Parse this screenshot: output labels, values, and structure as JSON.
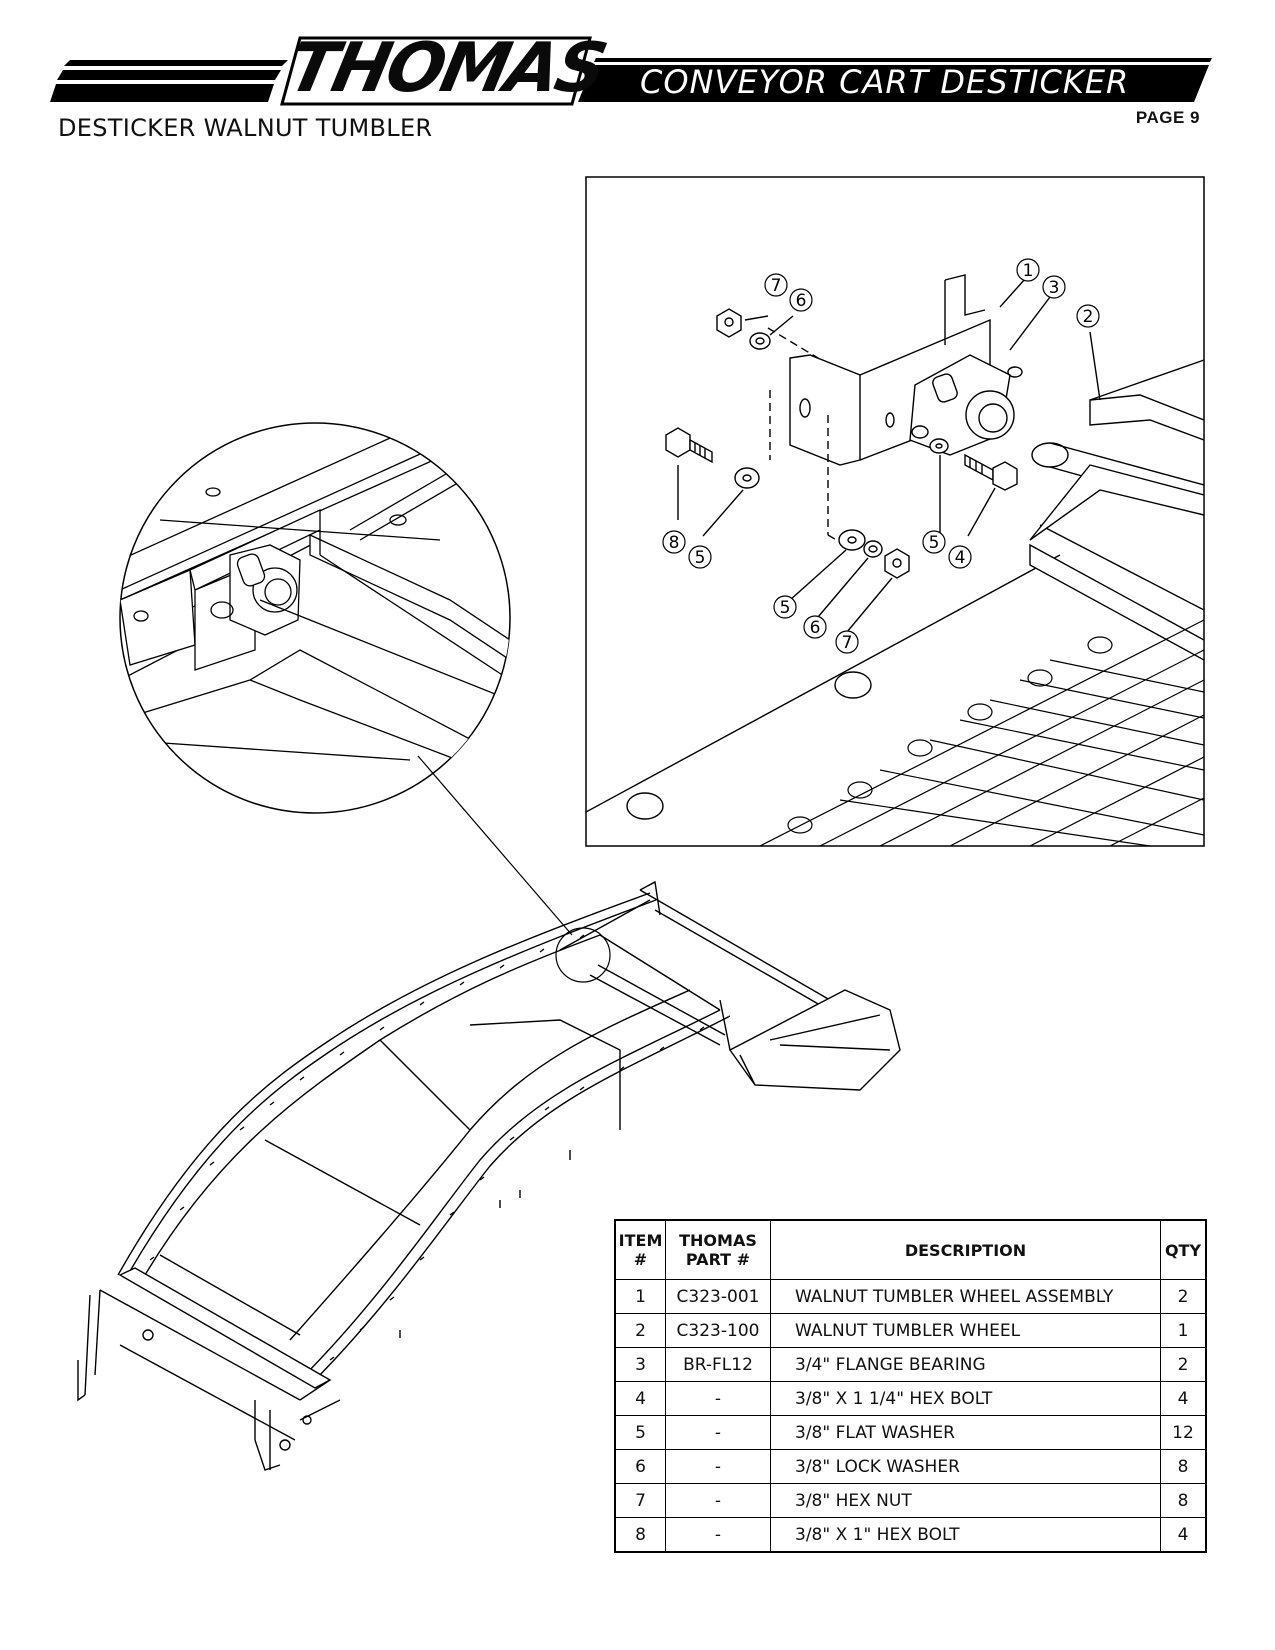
{
  "header": {
    "brand": "THOMAS",
    "doc_title": "CONVEYOR CART DESTICKER",
    "page_label": "PAGE 9",
    "section_title": "DESTICKER WALNUT TUMBLER"
  },
  "callouts": {
    "c1": "1",
    "c2": "2",
    "c3": "3",
    "c4": "4",
    "c5a": "5",
    "c5b": "5",
    "c5c": "5",
    "c6a": "6",
    "c6b": "6",
    "c7a": "7",
    "c7b": "7",
    "c8": "8"
  },
  "parts_table": {
    "headers": {
      "item": "ITEM #",
      "part": "THOMAS PART #",
      "description": "DESCRIPTION",
      "qty": "QTY"
    },
    "rows": [
      {
        "item": "1",
        "part": "C323-001",
        "description": "WALNUT TUMBLER WHEEL ASSEMBLY",
        "qty": "2"
      },
      {
        "item": "2",
        "part": "C323-100",
        "description": "WALNUT TUMBLER WHEEL",
        "qty": "1"
      },
      {
        "item": "3",
        "part": "BR-FL12",
        "description": "3/4\" FLANGE BEARING",
        "qty": "2"
      },
      {
        "item": "4",
        "part": "-",
        "description": "3/8\" X 1 1/4\" HEX BOLT",
        "qty": "4"
      },
      {
        "item": "5",
        "part": "-",
        "description": "3/8\" FLAT WASHER",
        "qty": "12"
      },
      {
        "item": "6",
        "part": "-",
        "description": "3/8\" LOCK WASHER",
        "qty": "8"
      },
      {
        "item": "7",
        "part": "-",
        "description": "3/8\" HEX NUT",
        "qty": "8"
      },
      {
        "item": "8",
        "part": "-",
        "description": "3/8\" X 1\" HEX BOLT",
        "qty": "4"
      }
    ]
  }
}
